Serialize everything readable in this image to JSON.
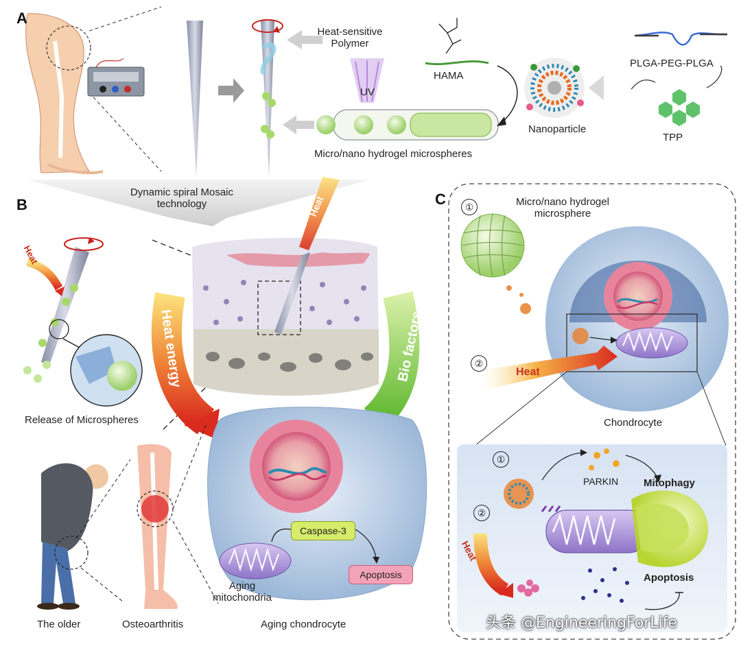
{
  "panels": {
    "a": "A",
    "b": "B",
    "c": "C"
  },
  "panel_a": {
    "heat_sensitive_polymer": [
      "Heat-sensitive",
      "Polymer"
    ],
    "uv": "UV",
    "hama": "HAMA",
    "plga": "PLGA-PEG-PLGA",
    "nanoparticle": "Nanoparticle",
    "tpp": "TPP",
    "microspheres": "Micro/nano hydrogel microspheres",
    "dynamic": [
      "Dynamic spiral Mosaic",
      "technology"
    ]
  },
  "panel_b": {
    "heat": "Heat",
    "heat_top": "Heat",
    "heat_energy": "Heat energy",
    "bio_factors": "Bio factors",
    "release": "Release of Microspheres",
    "caspase": "Caspase-3",
    "apoptosis": "Apoptosis",
    "aging_mito": [
      "Aging",
      "mitochondria"
    ],
    "the_older": "The older",
    "osteoarthritis": "Osteoarthritis",
    "aging_chondrocyte": "Aging chondrocyte"
  },
  "panel_c": {
    "n1": "①",
    "n2": "②",
    "microsphere": [
      "Micro/nano hydrogel",
      "microsphere"
    ],
    "heat": "Heat",
    "chondrocyte": "Chondrocyte",
    "inset_n1": "①",
    "inset_n2": "②",
    "parkin": "PARKIN",
    "mitophagy": "Mitophagy",
    "inset_heat": "Heat",
    "apoptosis": "Apoptosis"
  },
  "watermark": "头条 @EngineeringForLife",
  "colors": {
    "heat_red": "#c8321e",
    "caspase_green": "#d6ec6a",
    "apoptosis_pink": "#f3a3b8",
    "inset_bg": "#dfe8f4"
  }
}
